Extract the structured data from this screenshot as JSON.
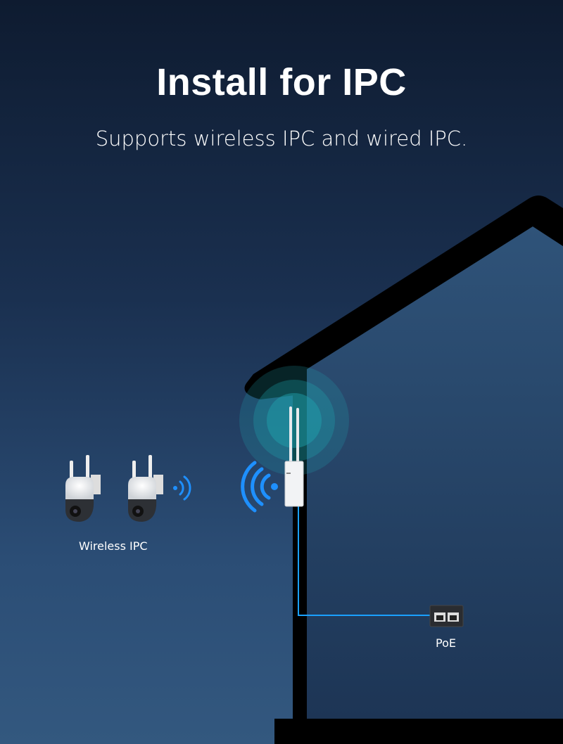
{
  "header": {
    "title": "Install for IPC",
    "subtitle": "Supports wireless IPC and wired IPC."
  },
  "labels": {
    "wireless_ipc": "Wireless IPC",
    "poe": "PoE"
  },
  "colors": {
    "signal_blue": "#1e90ff",
    "cable_blue": "#1aa0ff",
    "ripple_teal": "#1fa5b0"
  }
}
